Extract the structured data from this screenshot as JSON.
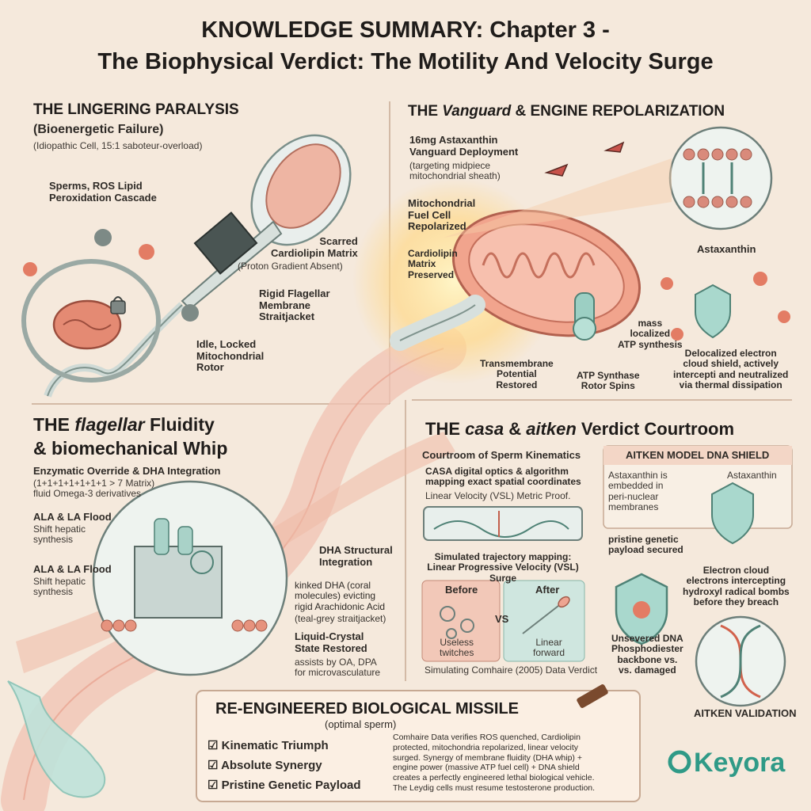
{
  "header": {
    "title_line1": "KNOWLEDGE SUMMARY: Chapter 3 -",
    "title_line2": "The Biophysical Verdict: The Motility And Velocity Surge"
  },
  "paralysis": {
    "heading": "THE LINGERING PARALYSIS",
    "subheading": "(Bioenergetic Failure)",
    "note": "(Idiopathic Cell, 15:1 saboteur-overload)",
    "label_ros": "Sperms, ROS Lipid\nPeroxidation Cascade",
    "label_scarred": "Scarred\nCardiolipin Matrix",
    "label_scarred_note": "(Proton Gradient Absent)",
    "label_rigid": "Rigid Flagellar\nMembrane\nStraitjacket",
    "label_idle": "Idle, Locked\nMitochondrial\nRotor"
  },
  "vanguard": {
    "heading_pre": "THE ",
    "heading_em": "Vanguard",
    "heading_post": " & ENGINE REPOLARIZATION",
    "label_deploy": "16mg Astaxanthin\nVanguard Deployment",
    "label_deploy_note": "(targeting midpiece\nmitochondrial sheath)",
    "label_fuel": "Mitochondrial\nFuel Cell\nRepolarized",
    "label_cardio": "Cardiolipin\nMatrix\nPreserved",
    "label_astax": "Astaxanthin",
    "label_mass": "mass\nlocalized\nATP synthesis",
    "label_potential": "Transmembrane\nPotential\nRestored",
    "label_rotor": "ATP Synthase\nRotor Spins",
    "label_shield": "Delocalized electron\ncloud shield, actively\nintercepti and neutralized\nvia thermal dissipation"
  },
  "flagellar": {
    "heading_pre": "THE ",
    "heading_em": "flagellar",
    "heading_post": " Fluidity",
    "heading_line2": "& biomechanical Whip",
    "label_enzymatic": "Enzymatic Override & DHA Integration",
    "label_enzymatic_note": "(1+1+1+1+1+1+1 > 7 Matrix)\nfluid Omega-3 derivatives",
    "label_ala1": "ALA & LA Flood",
    "label_ala1_note": "Shift hepatic\nsynthesis",
    "label_ala2": "ALA & LA Flood",
    "label_ala2_note": "Shift hepatic\nsynthesis",
    "label_dha": "DHA Structural\nIntegration",
    "label_kinked": "kinked DHA (coral\nmolecules) evicting\nrigid Arachidonic Acid",
    "label_kinked_note": "(teal-grey straitjacket)",
    "label_liquid": "Liquid-Crystal\nState Restored",
    "label_liquid_note": "assists by OA, DPA\nfor microvasculature"
  },
  "courtroom": {
    "heading_pre": "THE ",
    "heading_em1": "casa",
    "heading_mid": " & ",
    "heading_em2": "aitken",
    "heading_post": " Verdict Courtroom",
    "sub": "Courtroom of Sperm Kinematics",
    "casa_text": "CASA digital optics & algorithm\nmapping exact spatial coordinates",
    "casa_note": "Linear Velocity (VSL) Metric Proof.",
    "sim_text": "Simulated trajectory mapping:\nLinear Progressive Velocity (VSL) Surge",
    "before": "Before",
    "after": "After",
    "vs": "VS",
    "useless": "Useless\ntwitches",
    "linear": "Linear\nforward",
    "comhaire": "Simulating Comhaire (2005) Data Verdict",
    "aitken_title": "AITKEN MODEL DNA SHIELD",
    "aitken_embedded": "Astaxanthin is\nembedded in\nperi-nuclear\nmembranes",
    "aitken_astax": "Astaxanthin",
    "pristine": "pristine genetic\npayload secured",
    "electron": "Electron cloud\nelectrons intercepting\nhydroxyl radical bombs\nbefore they breach",
    "unsevered": "Unsevered DNA\nPhosphodiester\nbackbone vs.\nvs. damaged",
    "validation": "AITKEN VALIDATION"
  },
  "missile": {
    "title": "RE-ENGINEERED BIOLOGICAL MISSILE",
    "subtitle": "(optimal sperm)",
    "checks": [
      "Kinematic Triumph",
      "Absolute Synergy",
      "Pristine Genetic Payload"
    ],
    "summary": "Comhaire Data verifies ROS quenched, Cardiolipin\nprotected, mitochondria repolarized, linear velocity\nsurged. Synergy of membrane fluidity (DHA whip) +\nengine power (massive ATP fuel cell) + DNA shield\ncreates a perfectly engineered lethal biological vehicle.\nThe Leydig cells must resume testosterone production."
  },
  "logo": {
    "text": "Keyora"
  },
  "colors": {
    "background": "#f5e9dc",
    "coral": "#e88a72",
    "teal": "#9ccfc3",
    "ink": "#2e2a26",
    "brand": "#2f9a87"
  }
}
